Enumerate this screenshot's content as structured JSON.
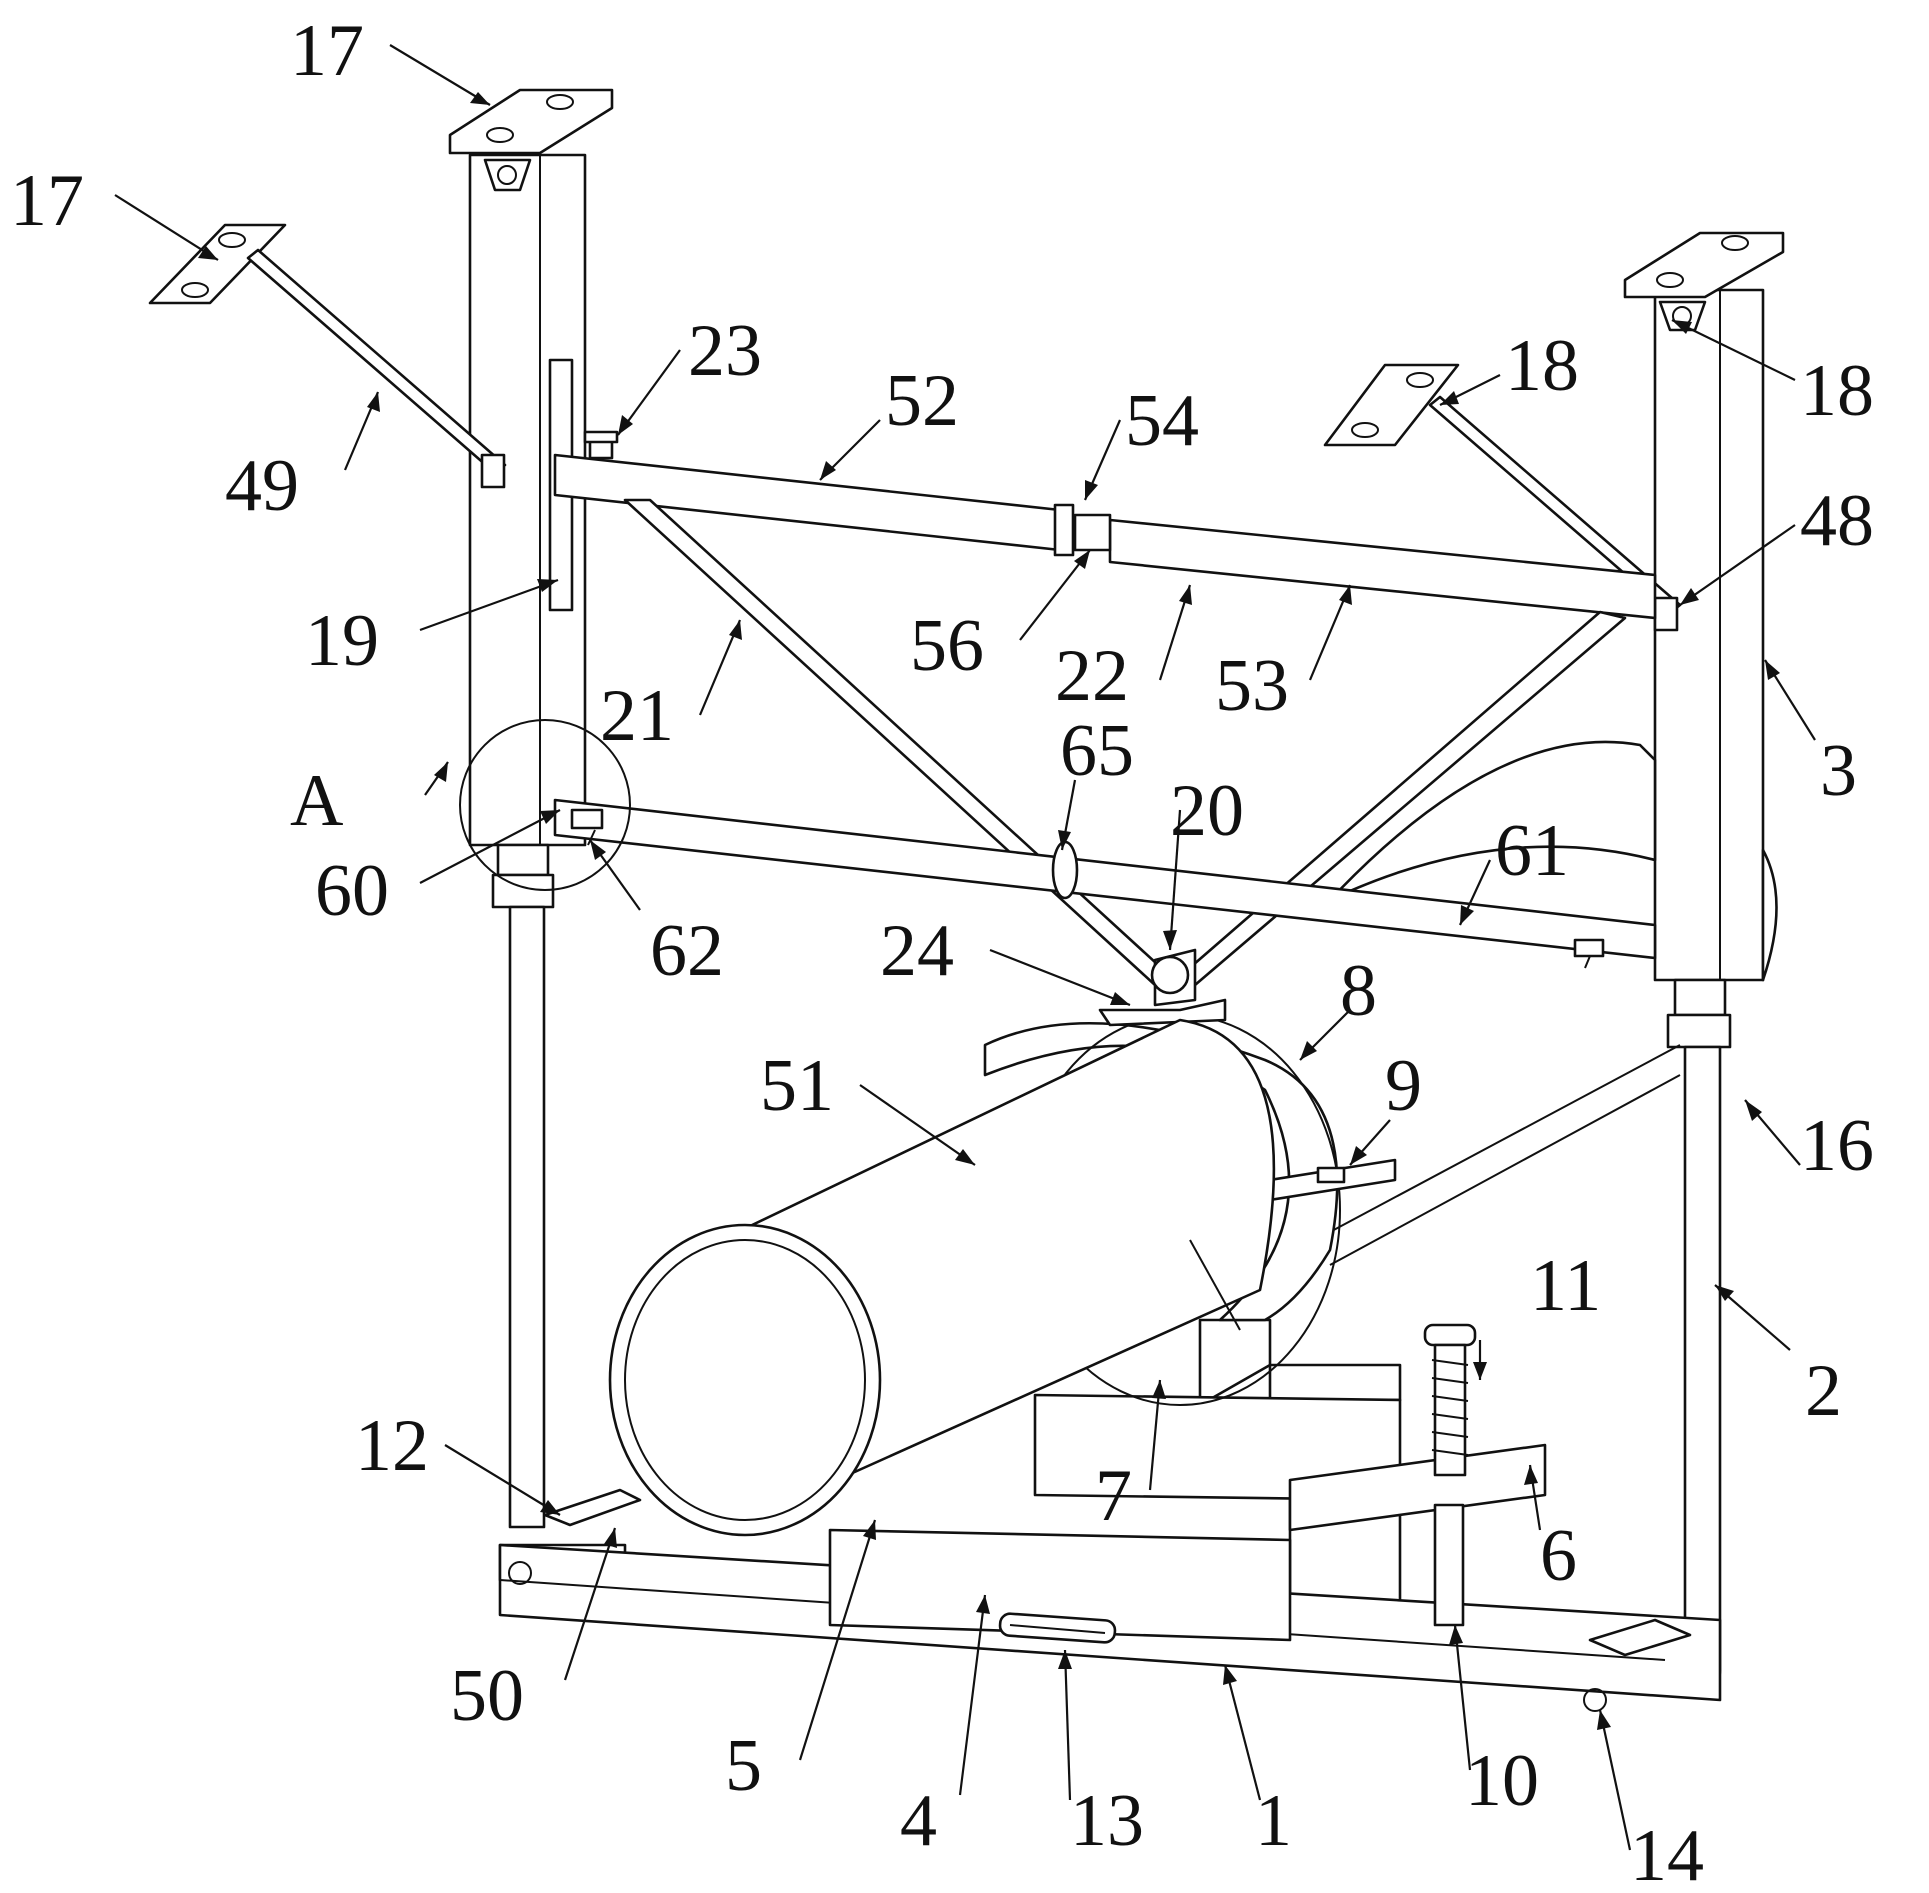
{
  "figure": {
    "labels": {
      "l1": "1",
      "l2": "2",
      "l3": "3",
      "l4": "4",
      "l5": "5",
      "l6": "6",
      "l7": "7",
      "l8": "8",
      "l9": "9",
      "l10": "10",
      "l11": "11",
      "l12": "12",
      "l13": "13",
      "l14": "14",
      "l16": "16",
      "l17a": "17",
      "l17b": "17",
      "l18a": "18",
      "l18b": "18",
      "l19": "19",
      "l20": "20",
      "l21": "21",
      "l22": "22",
      "l23": "23",
      "l24": "24",
      "l48": "48",
      "l49": "49",
      "l50": "50",
      "l51": "51",
      "l52": "52",
      "l53": "53",
      "l54": "54",
      "l56": "56",
      "l60": "60",
      "l61": "61",
      "l62": "62",
      "l65": "65",
      "lA": "A"
    }
  },
  "colors": {
    "line": "#111111",
    "background": "#ffffff"
  }
}
